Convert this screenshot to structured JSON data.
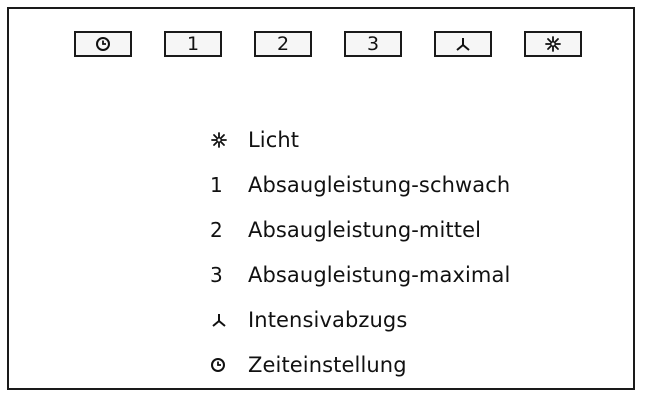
{
  "buttons": [
    {
      "type": "icon",
      "icon": "timer-icon",
      "label": ""
    },
    {
      "type": "text",
      "icon": "",
      "label": "1"
    },
    {
      "type": "text",
      "icon": "",
      "label": "2"
    },
    {
      "type": "text",
      "icon": "",
      "label": "3"
    },
    {
      "type": "icon",
      "icon": "intensive-fan-icon",
      "label": ""
    },
    {
      "type": "icon",
      "icon": "light-icon",
      "label": ""
    }
  ],
  "legend": [
    {
      "symbol_type": "icon",
      "icon": "light-icon",
      "symbol": "",
      "label": "Licht"
    },
    {
      "symbol_type": "text",
      "icon": "",
      "symbol": "1",
      "label": "Absaugleistung-schwach"
    },
    {
      "symbol_type": "text",
      "icon": "",
      "symbol": "2",
      "label": "Absaugleistung-mittel"
    },
    {
      "symbol_type": "text",
      "icon": "",
      "symbol": "3",
      "label": "Absaugleistung-maximal"
    },
    {
      "symbol_type": "icon",
      "icon": "intensive-fan-icon",
      "symbol": "",
      "label": "Intensivabzugs"
    },
    {
      "symbol_type": "icon",
      "icon": "timer-icon",
      "symbol": "",
      "label": "Zeiteinstellung"
    }
  ]
}
